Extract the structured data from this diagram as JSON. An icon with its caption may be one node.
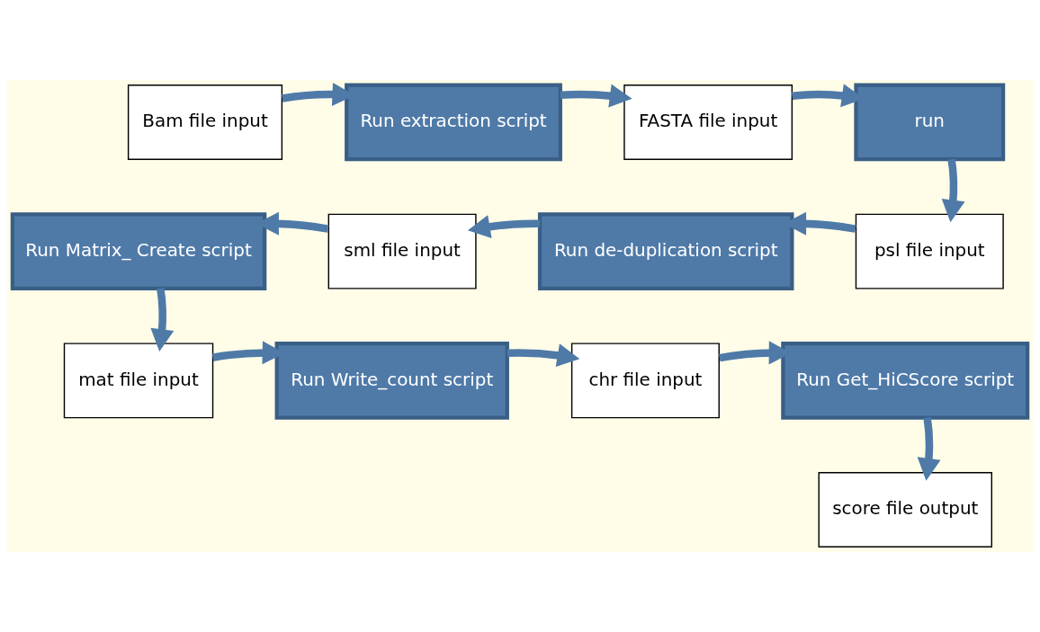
{
  "diagram": {
    "nodes": [
      {
        "text": [
          "Bam file input"
        ]
      },
      {
        "text": [
          "Run extraction script"
        ]
      },
      {
        "text": [
          "FASTA file input"
        ]
      },
      {
        "text": [
          "run"
        ]
      },
      {
        "text": [
          "Run Matrix_ Create script"
        ]
      },
      {
        "text": [
          "sml file input"
        ]
      },
      {
        "text": [
          "Run de-duplication script"
        ]
      },
      {
        "text": [
          "psl file input"
        ]
      },
      {
        "text": [
          "mat file input"
        ]
      },
      {
        "text": [
          "Run Write_count script"
        ]
      },
      {
        "text": [
          "chr file input"
        ]
      },
      {
        "text": [
          "Run Get_HiCScore script"
        ]
      },
      {
        "text": [
          "score file output"
        ]
      }
    ],
    "edges": [
      {
        "from": 0,
        "to": 1,
        "arrow": "to"
      },
      {
        "from": 1,
        "to": 2,
        "arrow": "to"
      },
      {
        "from": 2,
        "to": 3,
        "arrow": "to"
      },
      {
        "from": 3,
        "to": 7,
        "arrow": "to"
      },
      {
        "from": 7,
        "to": 6,
        "arrow": "to"
      },
      {
        "from": 6,
        "to": 5,
        "arrow": "to"
      },
      {
        "from": 5,
        "to": 4,
        "arrow": "to"
      },
      {
        "from": 4,
        "to": 8,
        "arrow": "to"
      },
      {
        "from": 8,
        "to": 9,
        "arrow": "to"
      },
      {
        "from": 9,
        "to": 10,
        "arrow": "to"
      },
      {
        "from": 10,
        "to": 11,
        "arrow": "to"
      },
      {
        "from": 11,
        "to": 12,
        "arrow": "to"
      }
    ]
  }
}
